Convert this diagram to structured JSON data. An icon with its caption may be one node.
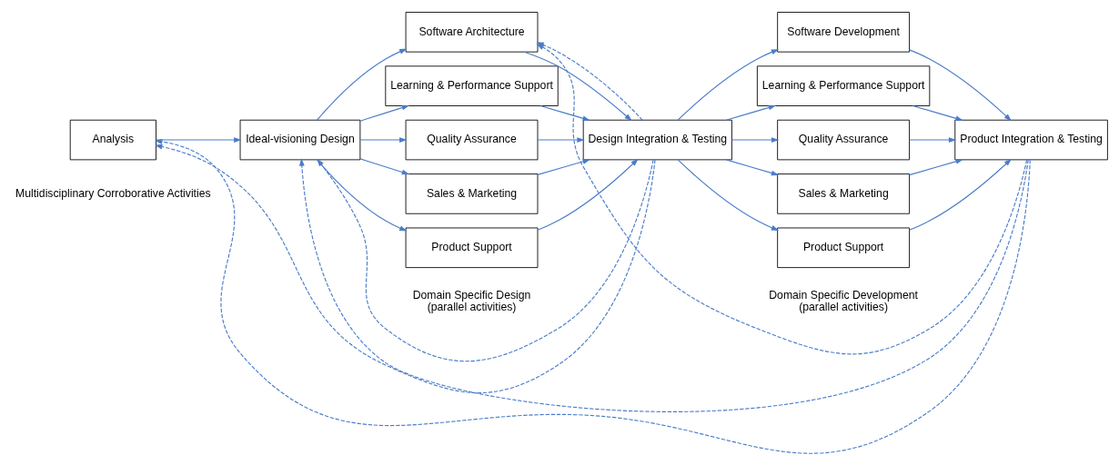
{
  "diagram": {
    "nodes": [
      {
        "text": [
          "Analysis"
        ]
      },
      {
        "text": [
          "Ideal-visioning Design"
        ]
      },
      {
        "text": [
          "Software Architecture"
        ]
      },
      {
        "text": [
          "Learning & Performance Support"
        ]
      },
      {
        "text": [
          "Quality Assurance"
        ]
      },
      {
        "text": [
          "Sales & Marketing"
        ]
      },
      {
        "text": [
          "Product Support"
        ]
      },
      {
        "text": [
          "Design Integration & Testing"
        ]
      },
      {
        "text": [
          "Software Development"
        ]
      },
      {
        "text": [
          "Learning & Performance Support"
        ]
      },
      {
        "text": [
          "Quality Assurance"
        ]
      },
      {
        "text": [
          "Sales & Marketing"
        ]
      },
      {
        "text": [
          "Product Support"
        ]
      },
      {
        "text": [
          "Product Integration & Testing"
        ]
      }
    ],
    "edges": [
      {
        "from": 0,
        "to": 1,
        "arrow": "to"
      },
      {
        "from": 1,
        "to": 2,
        "arrow": "to"
      },
      {
        "from": 1,
        "to": 3,
        "arrow": "to"
      },
      {
        "from": 1,
        "to": 4,
        "arrow": "to"
      },
      {
        "from": 1,
        "to": 5,
        "arrow": "to"
      },
      {
        "from": 1,
        "to": 6,
        "arrow": "to"
      },
      {
        "from": 2,
        "to": 7,
        "arrow": "to"
      },
      {
        "from": 3,
        "to": 7,
        "arrow": "to"
      },
      {
        "from": 4,
        "to": 7,
        "arrow": "to"
      },
      {
        "from": 5,
        "to": 7,
        "arrow": "to"
      },
      {
        "from": 6,
        "to": 7,
        "arrow": "to"
      },
      {
        "from": 7,
        "to": 8,
        "arrow": "to"
      },
      {
        "from": 7,
        "to": 9,
        "arrow": "to"
      },
      {
        "from": 7,
        "to": 10,
        "arrow": "to"
      },
      {
        "from": 7,
        "to": 11,
        "arrow": "to"
      },
      {
        "from": 7,
        "to": 12,
        "arrow": "to"
      },
      {
        "from": 8,
        "to": 13,
        "arrow": "to"
      },
      {
        "from": 9,
        "to": 13,
        "arrow": "to"
      },
      {
        "from": 10,
        "to": 13,
        "arrow": "to"
      },
      {
        "from": 11,
        "to": 13,
        "arrow": "to"
      },
      {
        "from": 12,
        "to": 13,
        "arrow": "to"
      },
      {
        "from": 7,
        "to": 0,
        "arrow": "to",
        "style": "dashed"
      },
      {
        "from": 7,
        "to": 1,
        "arrow": "to",
        "style": "dashed"
      },
      {
        "from": 7,
        "to": 2,
        "arrow": "to",
        "style": "dashed"
      },
      {
        "from": 13,
        "to": 0,
        "arrow": "to",
        "style": "dashed"
      },
      {
        "from": 13,
        "to": 1,
        "arrow": "to",
        "style": "dashed"
      },
      {
        "from": 13,
        "to": 2,
        "arrow": "to",
        "style": "dashed"
      }
    ],
    "labels": [
      "Multidisciplinary Corroborative Activities",
      "Domain Specific Design (parallel activities)",
      "Domain Specific Development (parallel activities)"
    ]
  }
}
